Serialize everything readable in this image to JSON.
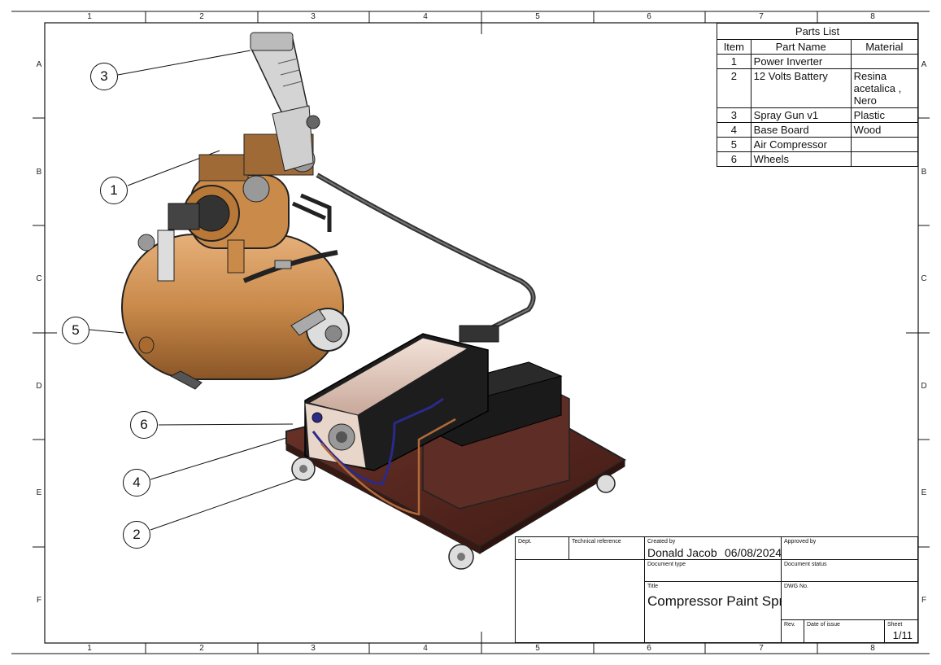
{
  "zones": {
    "columns": [
      "1",
      "2",
      "3",
      "4",
      "5",
      "6",
      "7",
      "8"
    ],
    "rows": [
      "A",
      "B",
      "C",
      "D",
      "E",
      "F"
    ]
  },
  "callouts": [
    "3",
    "1",
    "5",
    "6",
    "4",
    "2"
  ],
  "parts_list": {
    "title": "Parts List",
    "headers": {
      "item": "Item",
      "name": "Part Name",
      "material": "Material"
    },
    "rows": [
      {
        "item": "1",
        "name": "Power Inverter",
        "material": ""
      },
      {
        "item": "2",
        "name": "12 Volts Battery",
        "material": "Resina acetalica , Nero"
      },
      {
        "item": "3",
        "name": "Spray Gun v1",
        "material": "Plastic"
      },
      {
        "item": "4",
        "name": "Base Board",
        "material": "Wood"
      },
      {
        "item": "5",
        "name": "Air Compressor",
        "material": ""
      },
      {
        "item": "6",
        "name": "Wheels",
        "material": ""
      }
    ]
  },
  "title_block": {
    "dept_label": "Dept.",
    "tech_ref_label": "Technical reference",
    "created_by_label": "Created by",
    "created_by": "Donald Jacob",
    "created_date": "06/08/2024",
    "approved_by_label": "Approved by",
    "doc_type_label": "Document type",
    "doc_status_label": "Document status",
    "title_label": "Title",
    "title": "Compressor Paint Spray",
    "dwg_no_label": "DWG No.",
    "rev_label": "Rev.",
    "date_issue_label": "Date of issue",
    "sheet_label": "Sheet",
    "sheet": "1/11"
  },
  "colors": {
    "copper": "#c98a4a",
    "wood": "#5a2a22",
    "battery": "#1a1a1a",
    "hose": "#333333",
    "blue_wire": "#2a2a8a"
  }
}
